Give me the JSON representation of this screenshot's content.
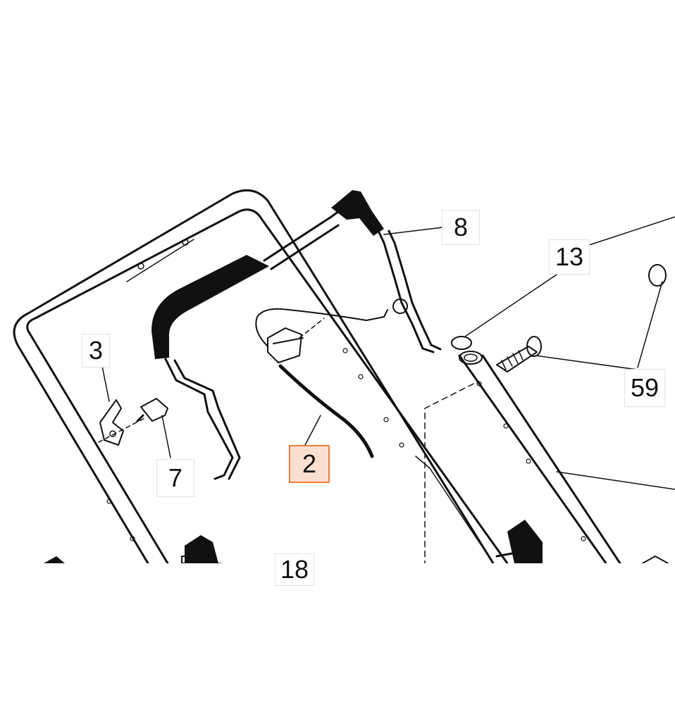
{
  "diagram": {
    "callouts": [
      {
        "id": "c3",
        "label": "3",
        "highlighted": false
      },
      {
        "id": "c7",
        "label": "7",
        "highlighted": false
      },
      {
        "id": "c8",
        "label": "8",
        "highlighted": false
      },
      {
        "id": "c13",
        "label": "13",
        "highlighted": false
      },
      {
        "id": "c59",
        "label": "59",
        "highlighted": false
      },
      {
        "id": "c2",
        "label": "2",
        "highlighted": true
      },
      {
        "id": "c18",
        "label": "18",
        "highlighted": false
      }
    ],
    "colors": {
      "highlight_fill": "#fbe0cf",
      "highlight_border": "#f07c3a",
      "line": "#111111"
    }
  }
}
